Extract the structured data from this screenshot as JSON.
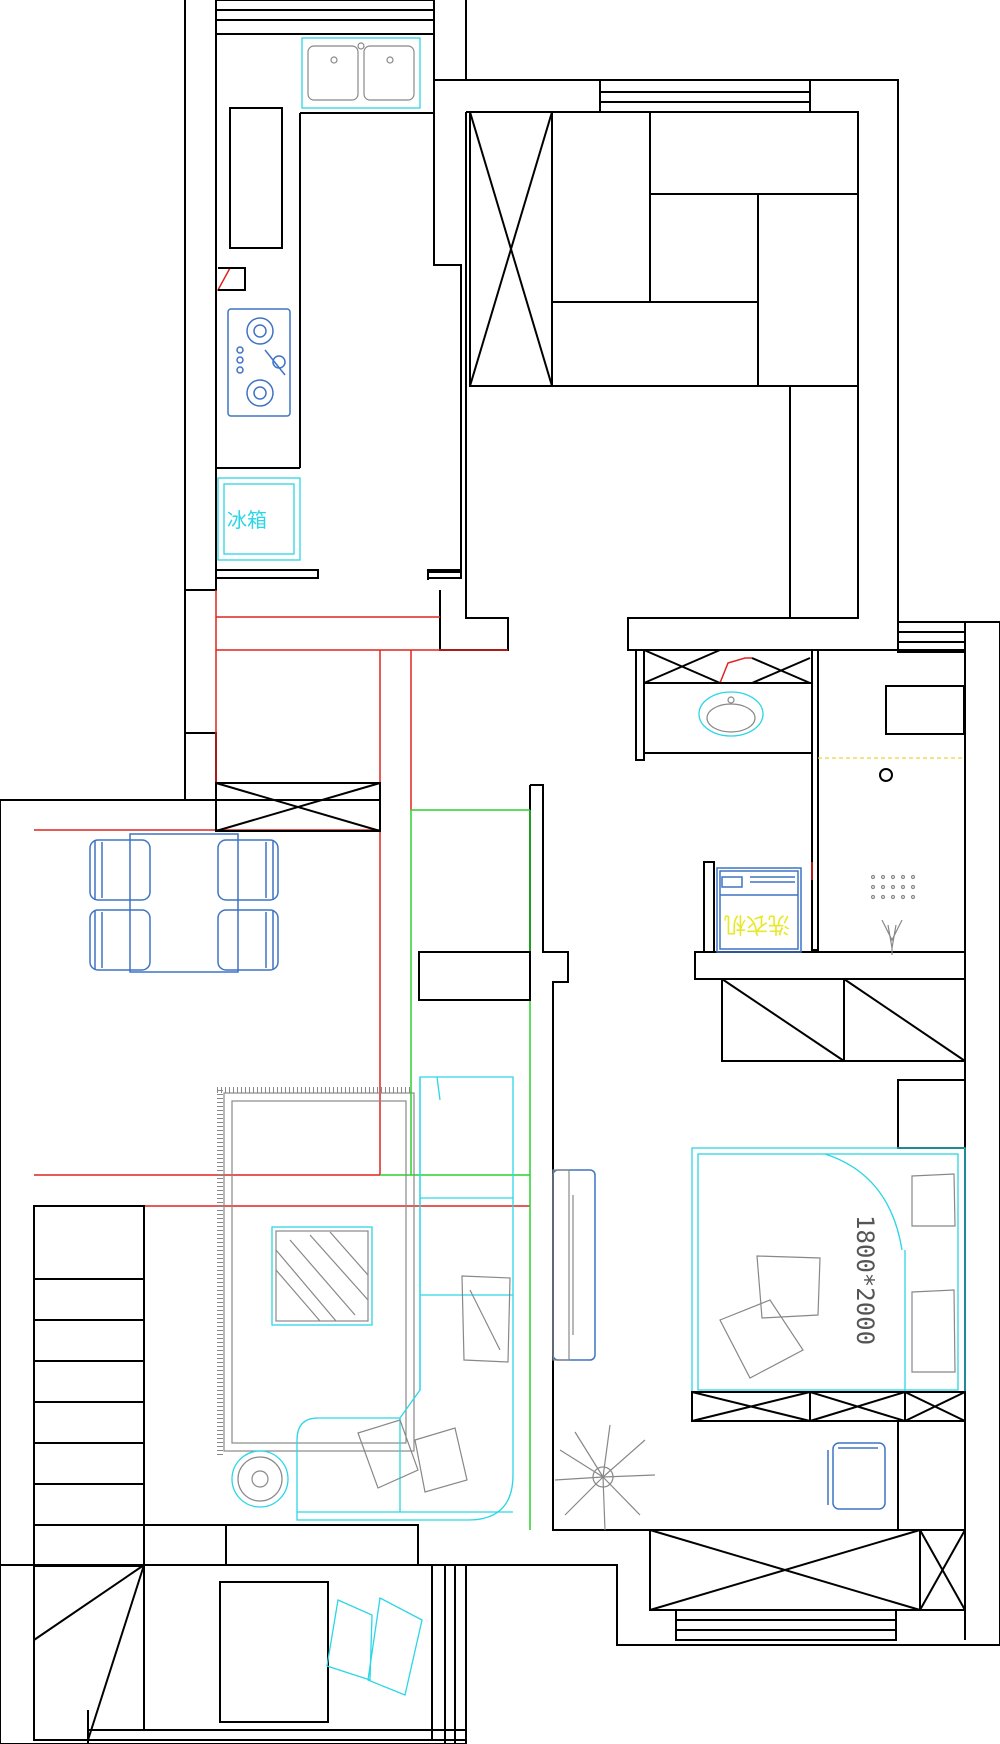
{
  "plan": {
    "labels": {
      "fridge": "冰箱",
      "washer": "洗衣机",
      "bed_size": "1800*2000"
    }
  }
}
